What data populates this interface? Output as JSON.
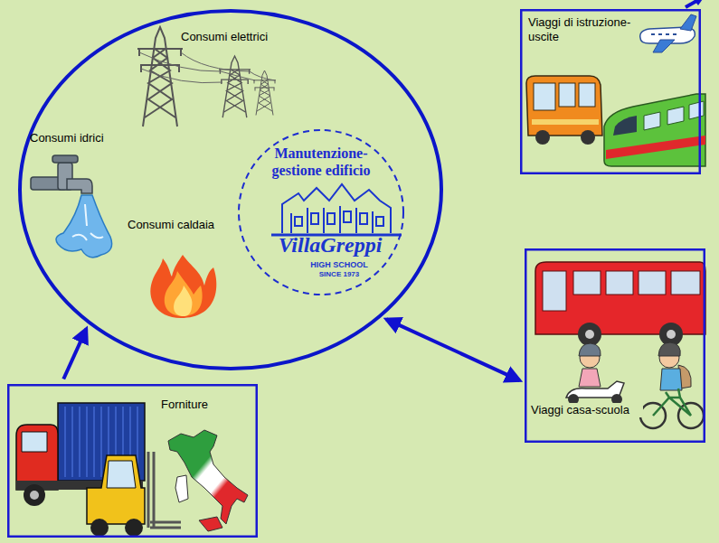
{
  "diagram": {
    "nodes": [
      {
        "text": [
          "Consumi elettrici",
          "Consumi idrici",
          "Consumi caldaia"
        ]
      },
      {
        "text": [
          "Manutenzione-gestione edificio"
        ],
        "in": 0
      },
      {
        "text": [
          "Viaggi di istruzione-uscite"
        ]
      },
      {
        "text": [
          "Viaggi casa-scuola"
        ]
      },
      {
        "text": [
          "Forniture"
        ]
      }
    ],
    "edges": [
      {
        "from": 4,
        "to": 0,
        "arrow": "to"
      },
      {
        "from": 0,
        "to": 3,
        "arrow": "both"
      }
    ],
    "labels": [
      "VillaGreppi",
      "HIGH SCHOOL",
      "SINCE 1973"
    ]
  }
}
